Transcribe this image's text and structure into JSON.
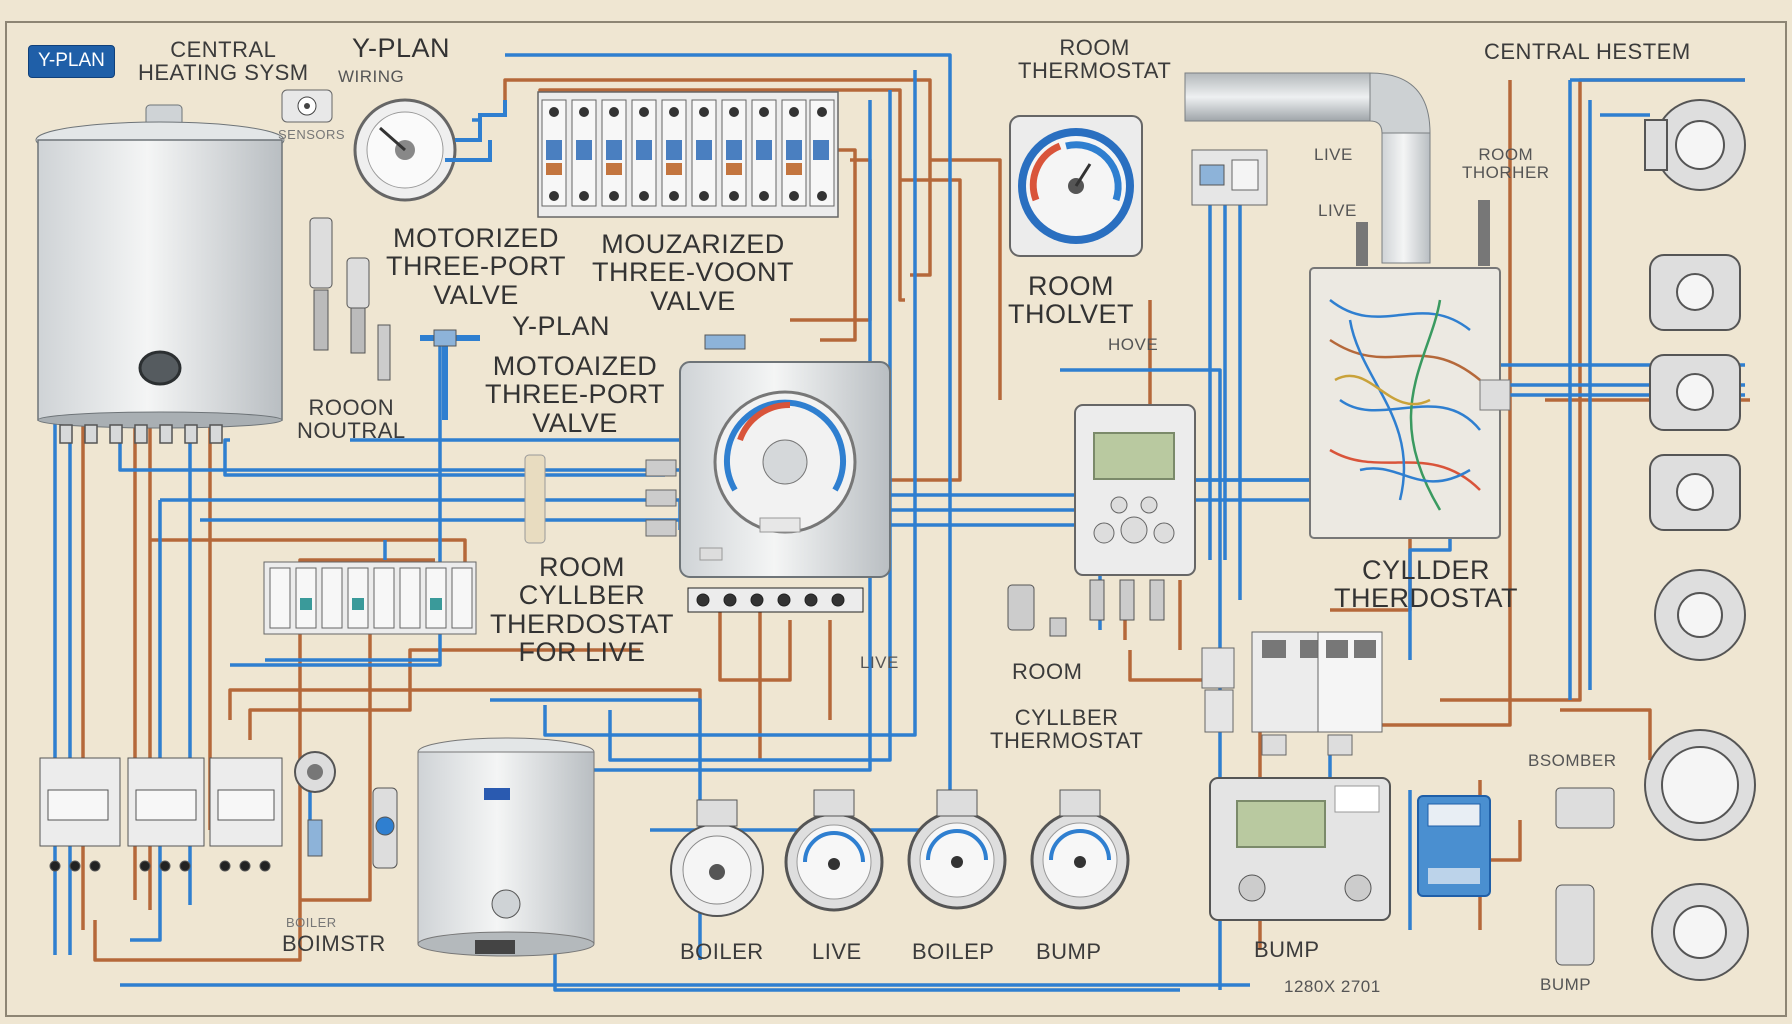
{
  "badge": "Y-PLAN",
  "labels": {
    "central_heating": "CENTRAL\nHEATING SYSM",
    "yplan_top": "Y-PLAN",
    "wiring": "WIRING",
    "small_caption": "SENSORS",
    "room_thermostat_top": "ROOM\nTHERMOSTAT",
    "central_hestem": "CENTRAL HESTEM",
    "live_1": "LIVE",
    "live_2": "LIVE",
    "room_thorher": "ROOM\nTHORHER",
    "motorized_valve_1": "MOTORIZED\nTHREE-PORT\nVALVE",
    "motorized_valve_2": "MOUZARIZED\nTHREE-VOONT\nVALVE",
    "room_tholvet": "ROOM\nTHOLVET",
    "hove": "HOVE",
    "yplan_mid": "Y-PLAN",
    "motoaized_valve": "MOTOAIZED\nTHREE-PORT\nVALVE",
    "room_noutral": "ROOON\nNOUTRAL",
    "room_cylinder_live": "ROOM\nCYLLBER\nTHERDOSTAT\nFOR LIVE",
    "live_3": "LIVE",
    "room_bottom": "ROOM",
    "cylinder_thermostat_bottom": "CYLLBER\nTHERMOSTAT",
    "cyllder_therdostat": "CYLLDER\nTHERDOSTAT",
    "bsomber": "BSOMBER",
    "boimstr": "BOIMSTR",
    "boimstr_small": "BOILER",
    "boiler_1": "BOILER",
    "live_4": "LIVE",
    "boiler_2": "BOILEP",
    "bump_1": "BUMP",
    "bump_2": "BUMP",
    "bump_3": "BUMP",
    "dimensions": "1280X 2701"
  },
  "icons": [
    "boiler-icon",
    "hot-water-cylinder-icon",
    "motorized-valve-icon",
    "thermostat-dial-icon",
    "programmer-icon",
    "junction-box-icon",
    "terminal-block-icon",
    "pressure-gauge-icon",
    "circuit-breaker-icon",
    "pump-icon"
  ],
  "colors": {
    "live_wire": "#2f7fd0",
    "neutral_wire": "#b5683a",
    "background": "#efe6d2",
    "ink": "#3a3a3a",
    "badge": "#1f5fa8"
  }
}
